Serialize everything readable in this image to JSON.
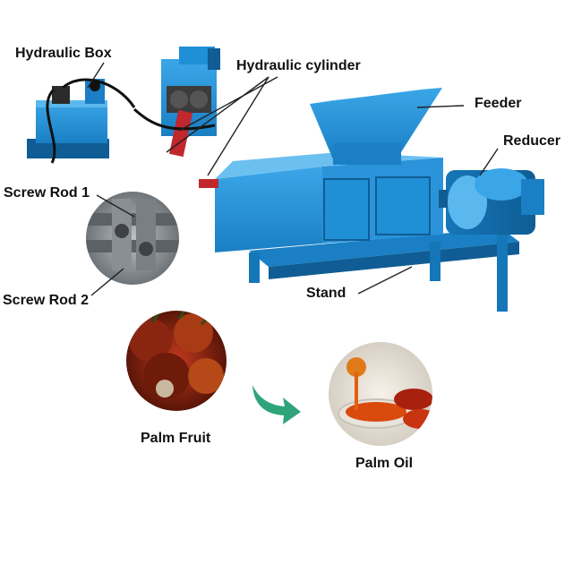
{
  "labels": {
    "hydraulic_box": "Hydraulic Box",
    "hydraulic_cylinder": "Hydraulic cylinder",
    "feeder": "Feeder",
    "reducer": "Reducer",
    "screw_rod_1": "Screw Rod 1",
    "screw_rod_2": "Screw Rod 2",
    "stand": "Stand",
    "palm_fruit": "Palm Fruit",
    "palm_oil": "Palm Oil"
  },
  "colors": {
    "machine_blue": "#1f8fd6",
    "machine_dark": "#0d5f9a",
    "machine_light": "#5bb8ee",
    "arrow_green": "#2fa47a",
    "fruit_red": "#9b1e12",
    "oil_orange": "#e0600f"
  }
}
